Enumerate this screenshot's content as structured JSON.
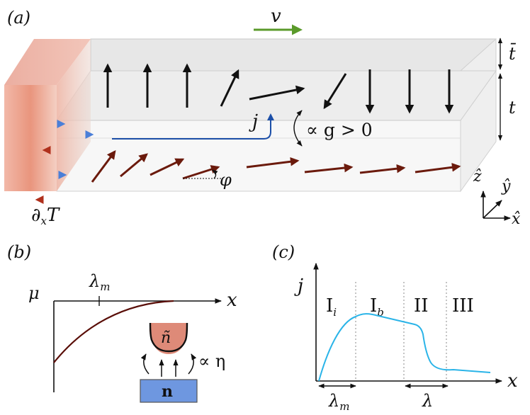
{
  "panel_a": {
    "label": "(a)",
    "velocity": "v",
    "thickness_top": "t̄",
    "thickness": "t",
    "current": "j",
    "coupling": "∝ g > 0",
    "angle": "φ",
    "gradient": "∂",
    "gradient_sub": "x",
    "gradient_var": "T",
    "axis_z": "ẑ",
    "axis_y": "ŷ",
    "axis_x": "x̂",
    "colors": {
      "hot": "#e06a50",
      "top_arrows": "#111111",
      "bottom_arrows": "#6b1a0c",
      "velocity": "#5a9a2a",
      "current": "#1c4fa8"
    }
  },
  "panel_b": {
    "label": "(b)",
    "y_label": "μ",
    "x_label": "x",
    "tick_label": "λ",
    "tick_sub": "m",
    "density": "ñ",
    "proportional": "∝ η",
    "box_label": "n",
    "colors": {
      "curve": "#5a0e08",
      "box": "#6e97e0",
      "cup": "#de8a78"
    }
  },
  "panel_c": {
    "label": "(c)",
    "y_label": "j",
    "x_label": "x",
    "regions": [
      {
        "main": "I",
        "sub": "i"
      },
      {
        "main": "I",
        "sub": "b"
      },
      {
        "main": "II",
        "sub": ""
      },
      {
        "main": "III",
        "sub": ""
      }
    ],
    "lambda_m": "λ",
    "lambda_m_sub": "m",
    "lambda": "λ",
    "colors": {
      "curve": "#2ab4e8"
    }
  }
}
